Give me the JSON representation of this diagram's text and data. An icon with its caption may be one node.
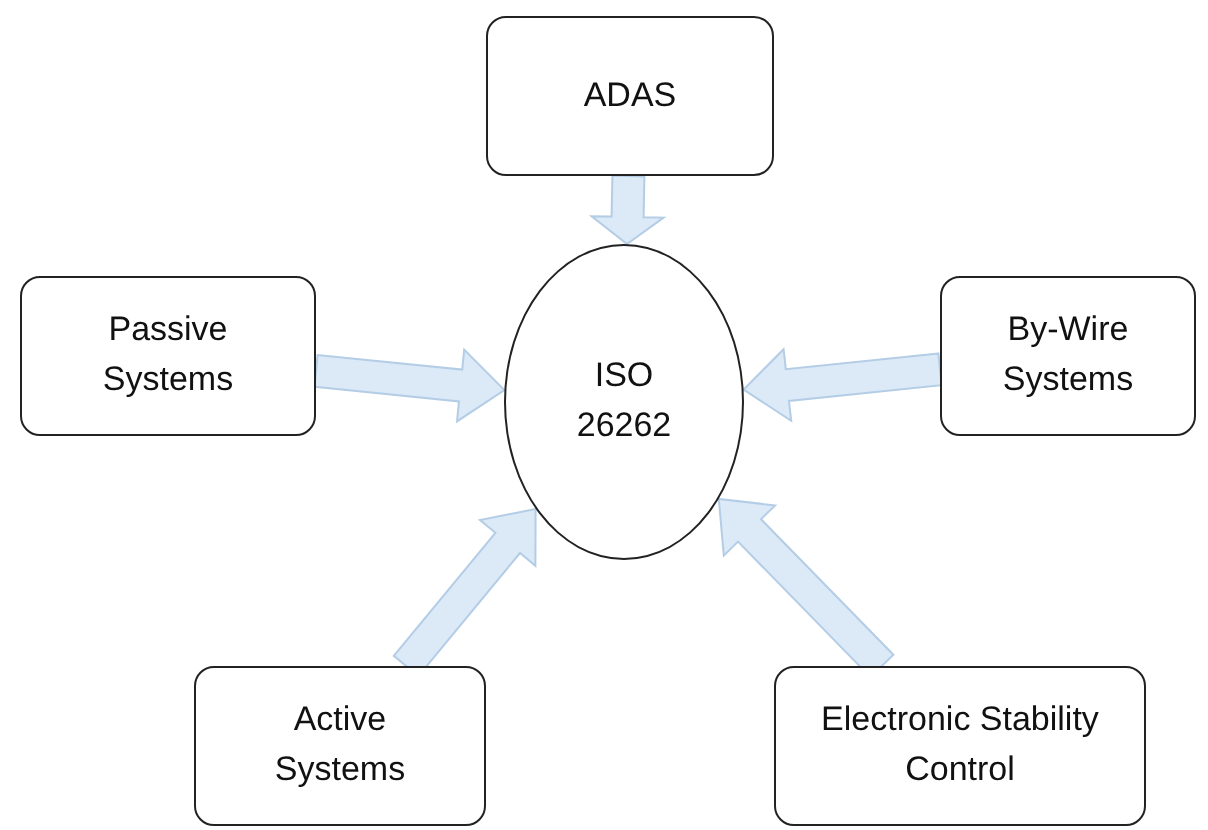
{
  "diagram": {
    "nodes": [
      {
        "text": [
          "ADAS"
        ]
      },
      {
        "text": [
          "Passive Systems"
        ]
      },
      {
        "text": [
          "By-Wire Systems"
        ]
      },
      {
        "text": [
          "ISO 26262"
        ]
      },
      {
        "text": [
          "Active Systems"
        ]
      },
      {
        "text": [
          "Electronic Stability Control"
        ]
      }
    ],
    "edges": [
      {
        "from": 0,
        "to": 3,
        "arrow": "to"
      },
      {
        "from": 1,
        "to": 3,
        "arrow": "to"
      },
      {
        "from": 2,
        "to": 3,
        "arrow": "to"
      },
      {
        "from": 4,
        "to": 3,
        "arrow": "to"
      },
      {
        "from": 5,
        "to": 3,
        "arrow": "to"
      }
    ]
  }
}
